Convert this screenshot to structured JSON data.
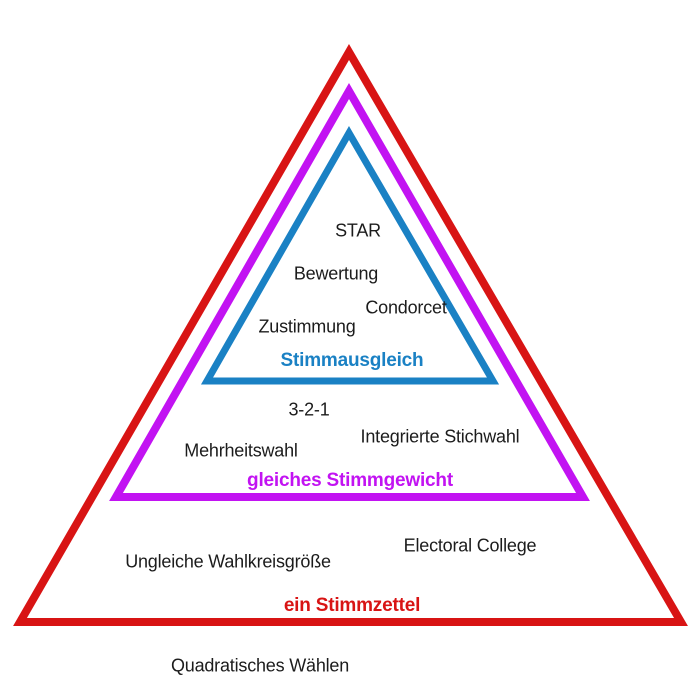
{
  "diagram": {
    "type": "nested-triangle-pyramid",
    "background_color": "#ffffff",
    "text_color": "#1c1c1c",
    "layers": [
      {
        "label": "Stimmausgleich",
        "color": "#1a81c4",
        "methods": [
          "STAR",
          "Bewertung",
          "Condorcet",
          "Zustimmung"
        ]
      },
      {
        "label": "gleiches Stimmgewicht",
        "color": "#c213f2",
        "methods": [
          "3-2-1",
          "Integrierte Stichwahl",
          "Mehrheitswahl"
        ]
      },
      {
        "label": "ein Stimmzettel",
        "color": "#d81414",
        "methods": [
          "Electoral College",
          "Ungleiche Wahlkreisgröße"
        ]
      }
    ],
    "outside_label": "Quadratisches Wählen"
  }
}
